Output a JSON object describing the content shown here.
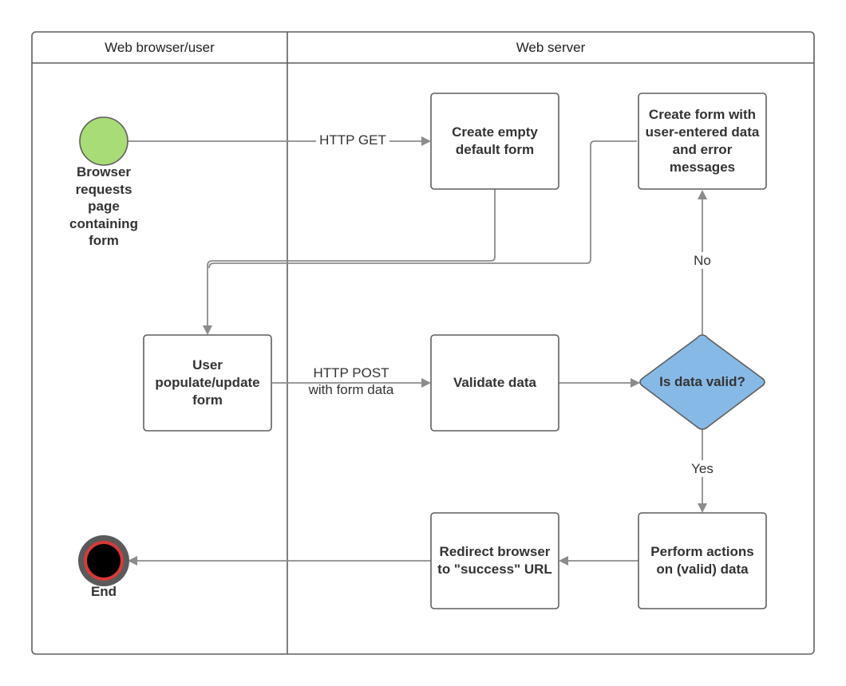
{
  "lanes": {
    "browser": "Web browser/user",
    "server": "Web server"
  },
  "nodes": {
    "start_caption": "Browser requests page containing form",
    "end_caption": "End",
    "create_empty": "Create empty default form",
    "create_with_errors": "Create form with user-entered data and error messages",
    "user_update": "User populate/update form",
    "validate": "Validate data",
    "decision": "Is data valid?",
    "perform": "Perform actions on (valid) data",
    "redirect": "Redirect browser to \"success\" URL"
  },
  "edges": {
    "http_get": "HTTP GET",
    "http_post_line1": "HTTP POST",
    "http_post_line2": "with form data",
    "no": "No",
    "yes": "Yes"
  },
  "colors": {
    "start_fill": "#a8dc76",
    "decision_fill": "#87b9e6",
    "end_ring": "#d63a3a",
    "stroke": "#5f5f5f",
    "arrow": "#8c8c8c"
  }
}
